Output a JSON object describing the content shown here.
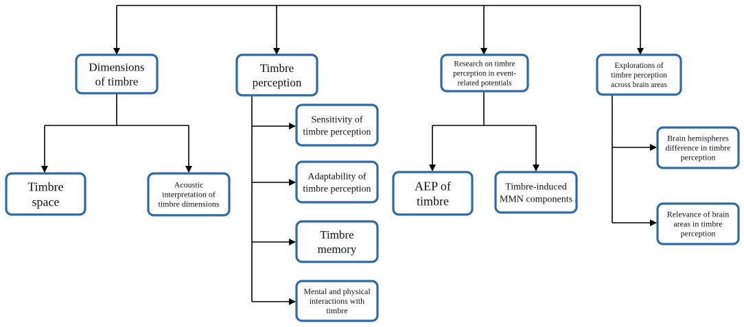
{
  "diagram": {
    "nodes": {
      "dimensions": [
        "Dimensions",
        "of timbre"
      ],
      "perception": [
        "Timbre",
        "perception"
      ],
      "erp": [
        "Research on timbre",
        "perception in event-",
        "related potentials"
      ],
      "brain": [
        "Explorations of",
        "timbre perception",
        "across brain areas"
      ],
      "timbre_space": [
        "Timbre",
        "space"
      ],
      "acoustic": [
        "Acoustic",
        "interpretation of",
        "timbre dimensions"
      ],
      "sensitivity": [
        "Sensitivity of",
        "timbre perception"
      ],
      "adaptability": [
        "Adaptability of",
        "timbre perception"
      ],
      "memory": [
        "Timbre",
        "memory"
      ],
      "mental": [
        "Mental and physical",
        "interactions with",
        "timbre"
      ],
      "aep": [
        "AEP of",
        "timbre"
      ],
      "mmn": [
        "Timbre-induced",
        "MMN components"
      ],
      "hemispheres": [
        "Brain hemispheres",
        "difference in timbre",
        "perception"
      ],
      "relevance": [
        "Relevance of brain",
        "areas in timbre",
        "perception"
      ]
    }
  }
}
